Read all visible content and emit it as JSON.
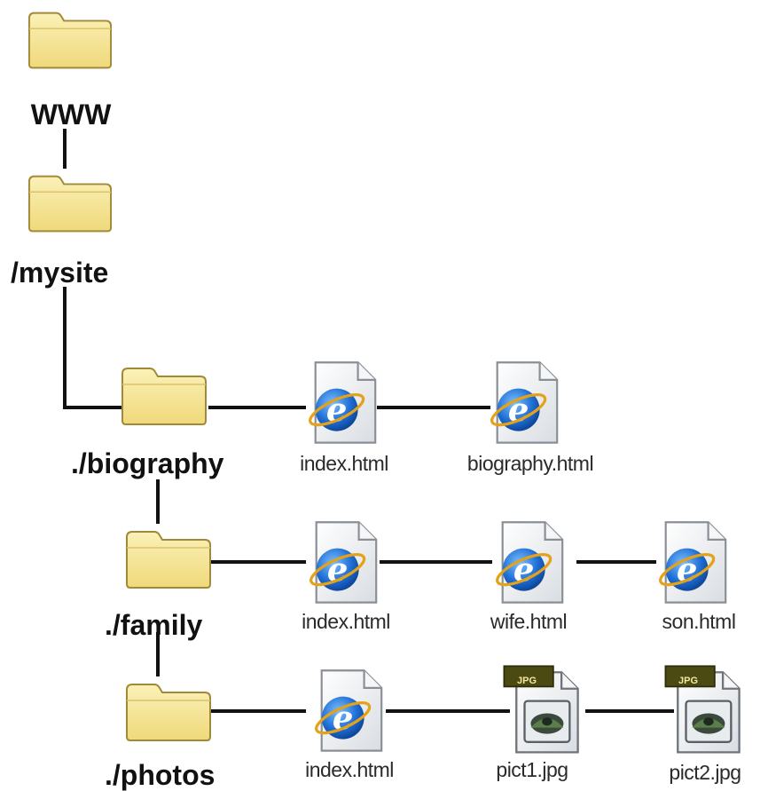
{
  "folders": {
    "www": {
      "label": "WWW",
      "icon": "folder-icon"
    },
    "mysite": {
      "label": "/mysite",
      "icon": "folder-icon"
    },
    "biography": {
      "label": "./biography",
      "icon": "folder-icon"
    },
    "family": {
      "label": "./family",
      "icon": "folder-icon"
    },
    "photos": {
      "label": "./photos",
      "icon": "folder-icon"
    }
  },
  "files": {
    "biography": [
      {
        "label": "index.html",
        "icon": "html-file-icon"
      },
      {
        "label": "biography.html",
        "icon": "html-file-icon"
      }
    ],
    "family": [
      {
        "label": "index.html",
        "icon": "html-file-icon"
      },
      {
        "label": "wife.html",
        "icon": "html-file-icon"
      },
      {
        "label": "son.html",
        "icon": "html-file-icon"
      }
    ],
    "photos": [
      {
        "label": "index.html",
        "icon": "html-file-icon"
      },
      {
        "label": "pict1.jpg",
        "icon": "jpg-file-icon",
        "badge": "JPG"
      },
      {
        "label": "pict2.jpg",
        "icon": "jpg-file-icon",
        "badge": "JPG"
      }
    ]
  },
  "colors": {
    "folder_fill": "#f6e79a",
    "folder_stroke": "#a08a3a",
    "connector": "#111111",
    "ie_blue": "#1f6fd6",
    "page_fill": "#eef0f2"
  }
}
